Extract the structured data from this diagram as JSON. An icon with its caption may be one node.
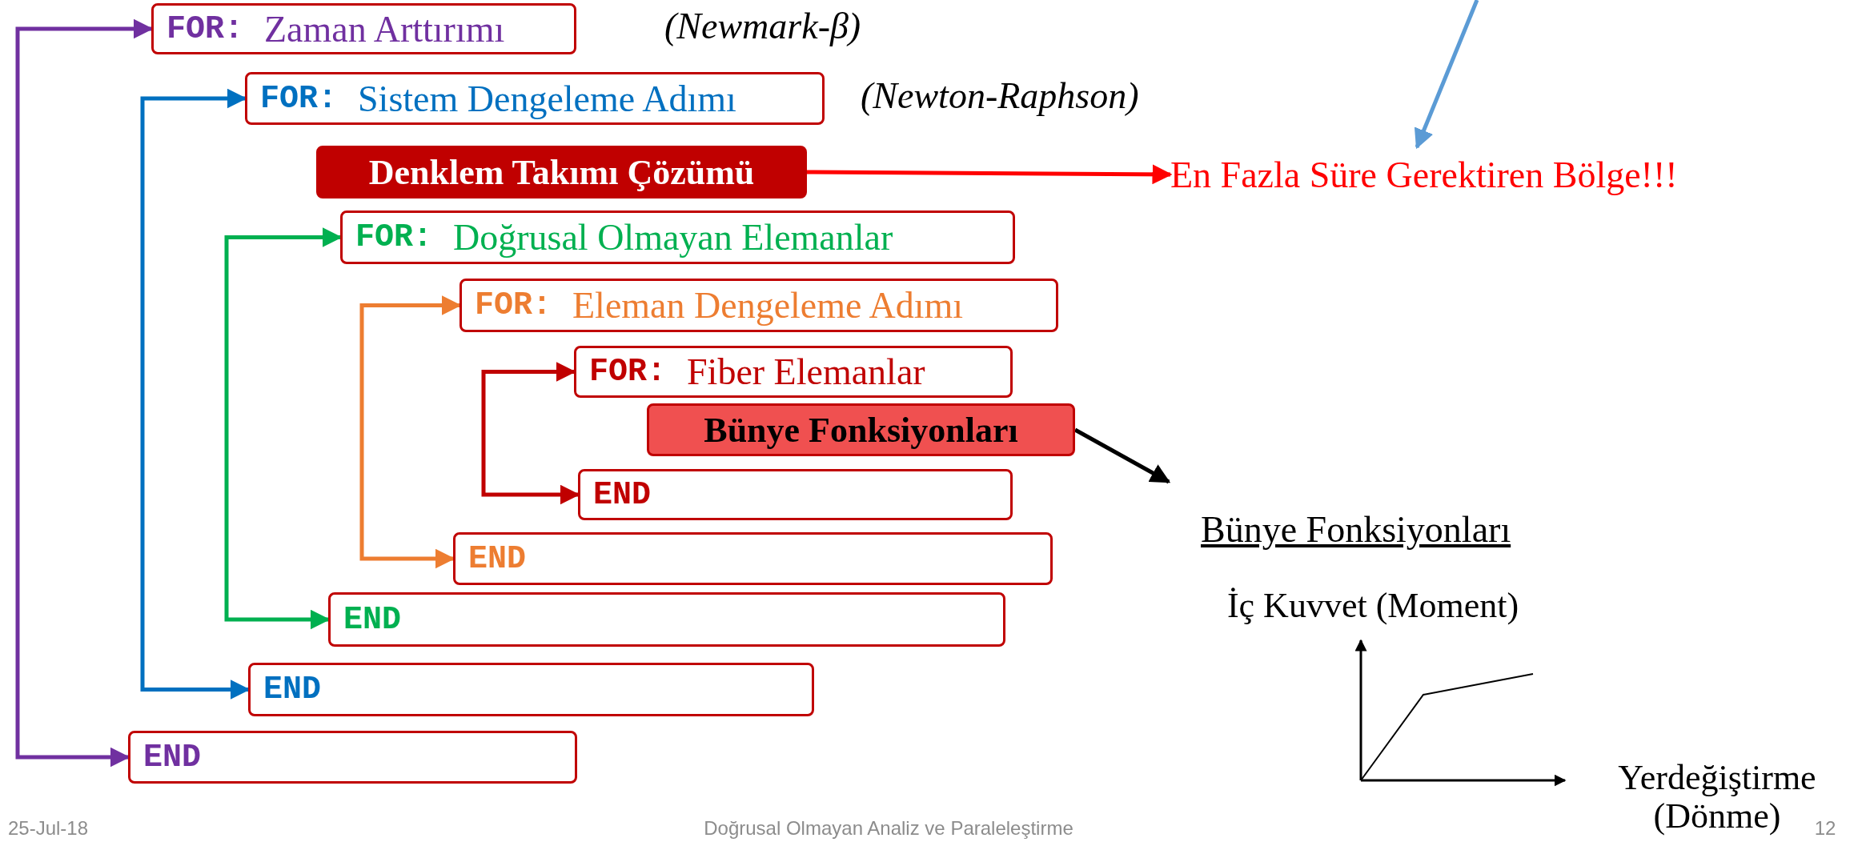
{
  "diagram": {
    "nodes": [
      {
        "text": [
          "FOR:",
          "Zaman Arttırımı"
        ]
      },
      {
        "text": [
          "FOR:",
          "Sistem Dengeleme Adımı"
        ]
      },
      {
        "text": [
          "Denklem Takımı Çözümü"
        ]
      },
      {
        "text": [
          "En Fazla Süre Gerektiren Bölge!!!"
        ]
      },
      {
        "text": [
          "FOR:",
          "Doğrusal Olmayan Elemanlar"
        ]
      },
      {
        "text": [
          "FOR:",
          "Eleman Dengeleme Adımı"
        ]
      },
      {
        "text": [
          "FOR:",
          "Fiber Elemanlar"
        ]
      },
      {
        "text": [
          "Bünye Fonksiyonları"
        ]
      },
      {
        "text": [
          "END"
        ]
      },
      {
        "text": [
          "END"
        ]
      },
      {
        "text": [
          "END"
        ]
      },
      {
        "text": [
          "END"
        ]
      },
      {
        "text": [
          "END"
        ]
      },
      {
        "text": [
          "Bünye Fonksiyonları"
        ]
      }
    ],
    "edges": [
      {
        "from": 0,
        "to": 12,
        "arrow": "both",
        "color": "#7030a0"
      },
      {
        "from": 1,
        "to": 11,
        "arrow": "both",
        "color": "#0070c0"
      },
      {
        "from": 2,
        "to": 3,
        "arrow": "to",
        "color": "#ff0000"
      },
      {
        "from": null,
        "to": 3,
        "arrow": "to",
        "color": "#5b9bd5"
      },
      {
        "from": 4,
        "to": 10,
        "arrow": "both",
        "color": "#00b050"
      },
      {
        "from": 5,
        "to": 9,
        "arrow": "both",
        "color": "#ed7d31"
      },
      {
        "from": 6,
        "to": 8,
        "arrow": "both",
        "color": "#c00000"
      },
      {
        "from": 7,
        "to": 13,
        "arrow": "to",
        "color": "#000000"
      }
    ],
    "labels": [
      "(Newmark-β)",
      "(Newton-Raphson)",
      "İç Kuvvet (Moment)",
      "Yerdeğiştirme (Dönme)",
      "25-Jul-18",
      "Doğrusal Olmayan Analiz ve Paraleleştirme",
      "12"
    ]
  }
}
